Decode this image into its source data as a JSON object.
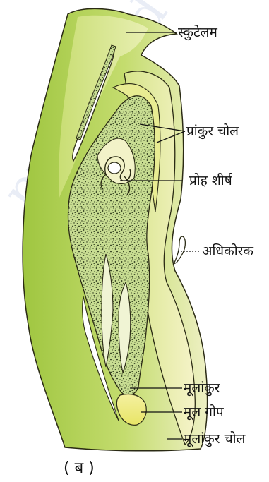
{
  "figure": {
    "labels": {
      "scutellum": "स्कुटेलम",
      "coleoptile": "प्रांकुर चोल",
      "shoot_apex": "प्रोह शीर्ष",
      "epiblast": "अधिकोरक",
      "radicle": "मूलांकुर",
      "root_cap": "मूल गोप",
      "coleorhiza": "मूलांकुर चोल"
    },
    "caption": "( ब )"
  },
  "colors": {
    "outer_green": "#a9cd4c",
    "light_green": "#dce8a0",
    "pale_yellow": "#f3f1c2",
    "yellow": "#eaea6c",
    "inner_fill": "#c5dc8e",
    "stroke": "#2a2a14",
    "watermark": "#e9edf6"
  },
  "watermark": "published"
}
